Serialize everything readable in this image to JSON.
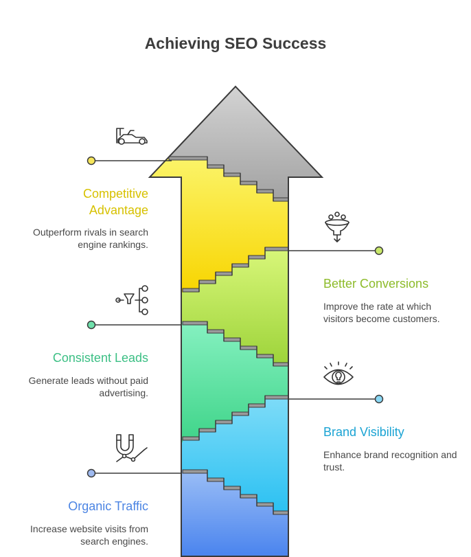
{
  "title": "Achieving SEO Success",
  "colors": {
    "competitive": "#d7c100",
    "conversions": "#8dbb2a",
    "leads": "#3bbf84",
    "visibility": "#1aa3d3",
    "organic": "#4b84e3"
  },
  "items": {
    "competitive": {
      "title": "Competitive Advantage",
      "description": "Outperform rivals in search engine rankings.",
      "icon": "race-car-icon"
    },
    "conversions": {
      "title": "Better Conversions",
      "description": "Improve the rate at which visitors become customers.",
      "icon": "funnel-icon"
    },
    "leads": {
      "title": "Consistent Leads",
      "description": "Generate leads without paid advertising.",
      "icon": "lead-funnel-network-icon"
    },
    "visibility": {
      "title": "Brand Visibility",
      "description": "Enhance brand recognition and trust.",
      "icon": "eye-lightbulb-icon"
    },
    "organic": {
      "title": "Organic Traffic",
      "description": "Increase website visits from search engines.",
      "icon": "magnet-trend-icon"
    }
  }
}
